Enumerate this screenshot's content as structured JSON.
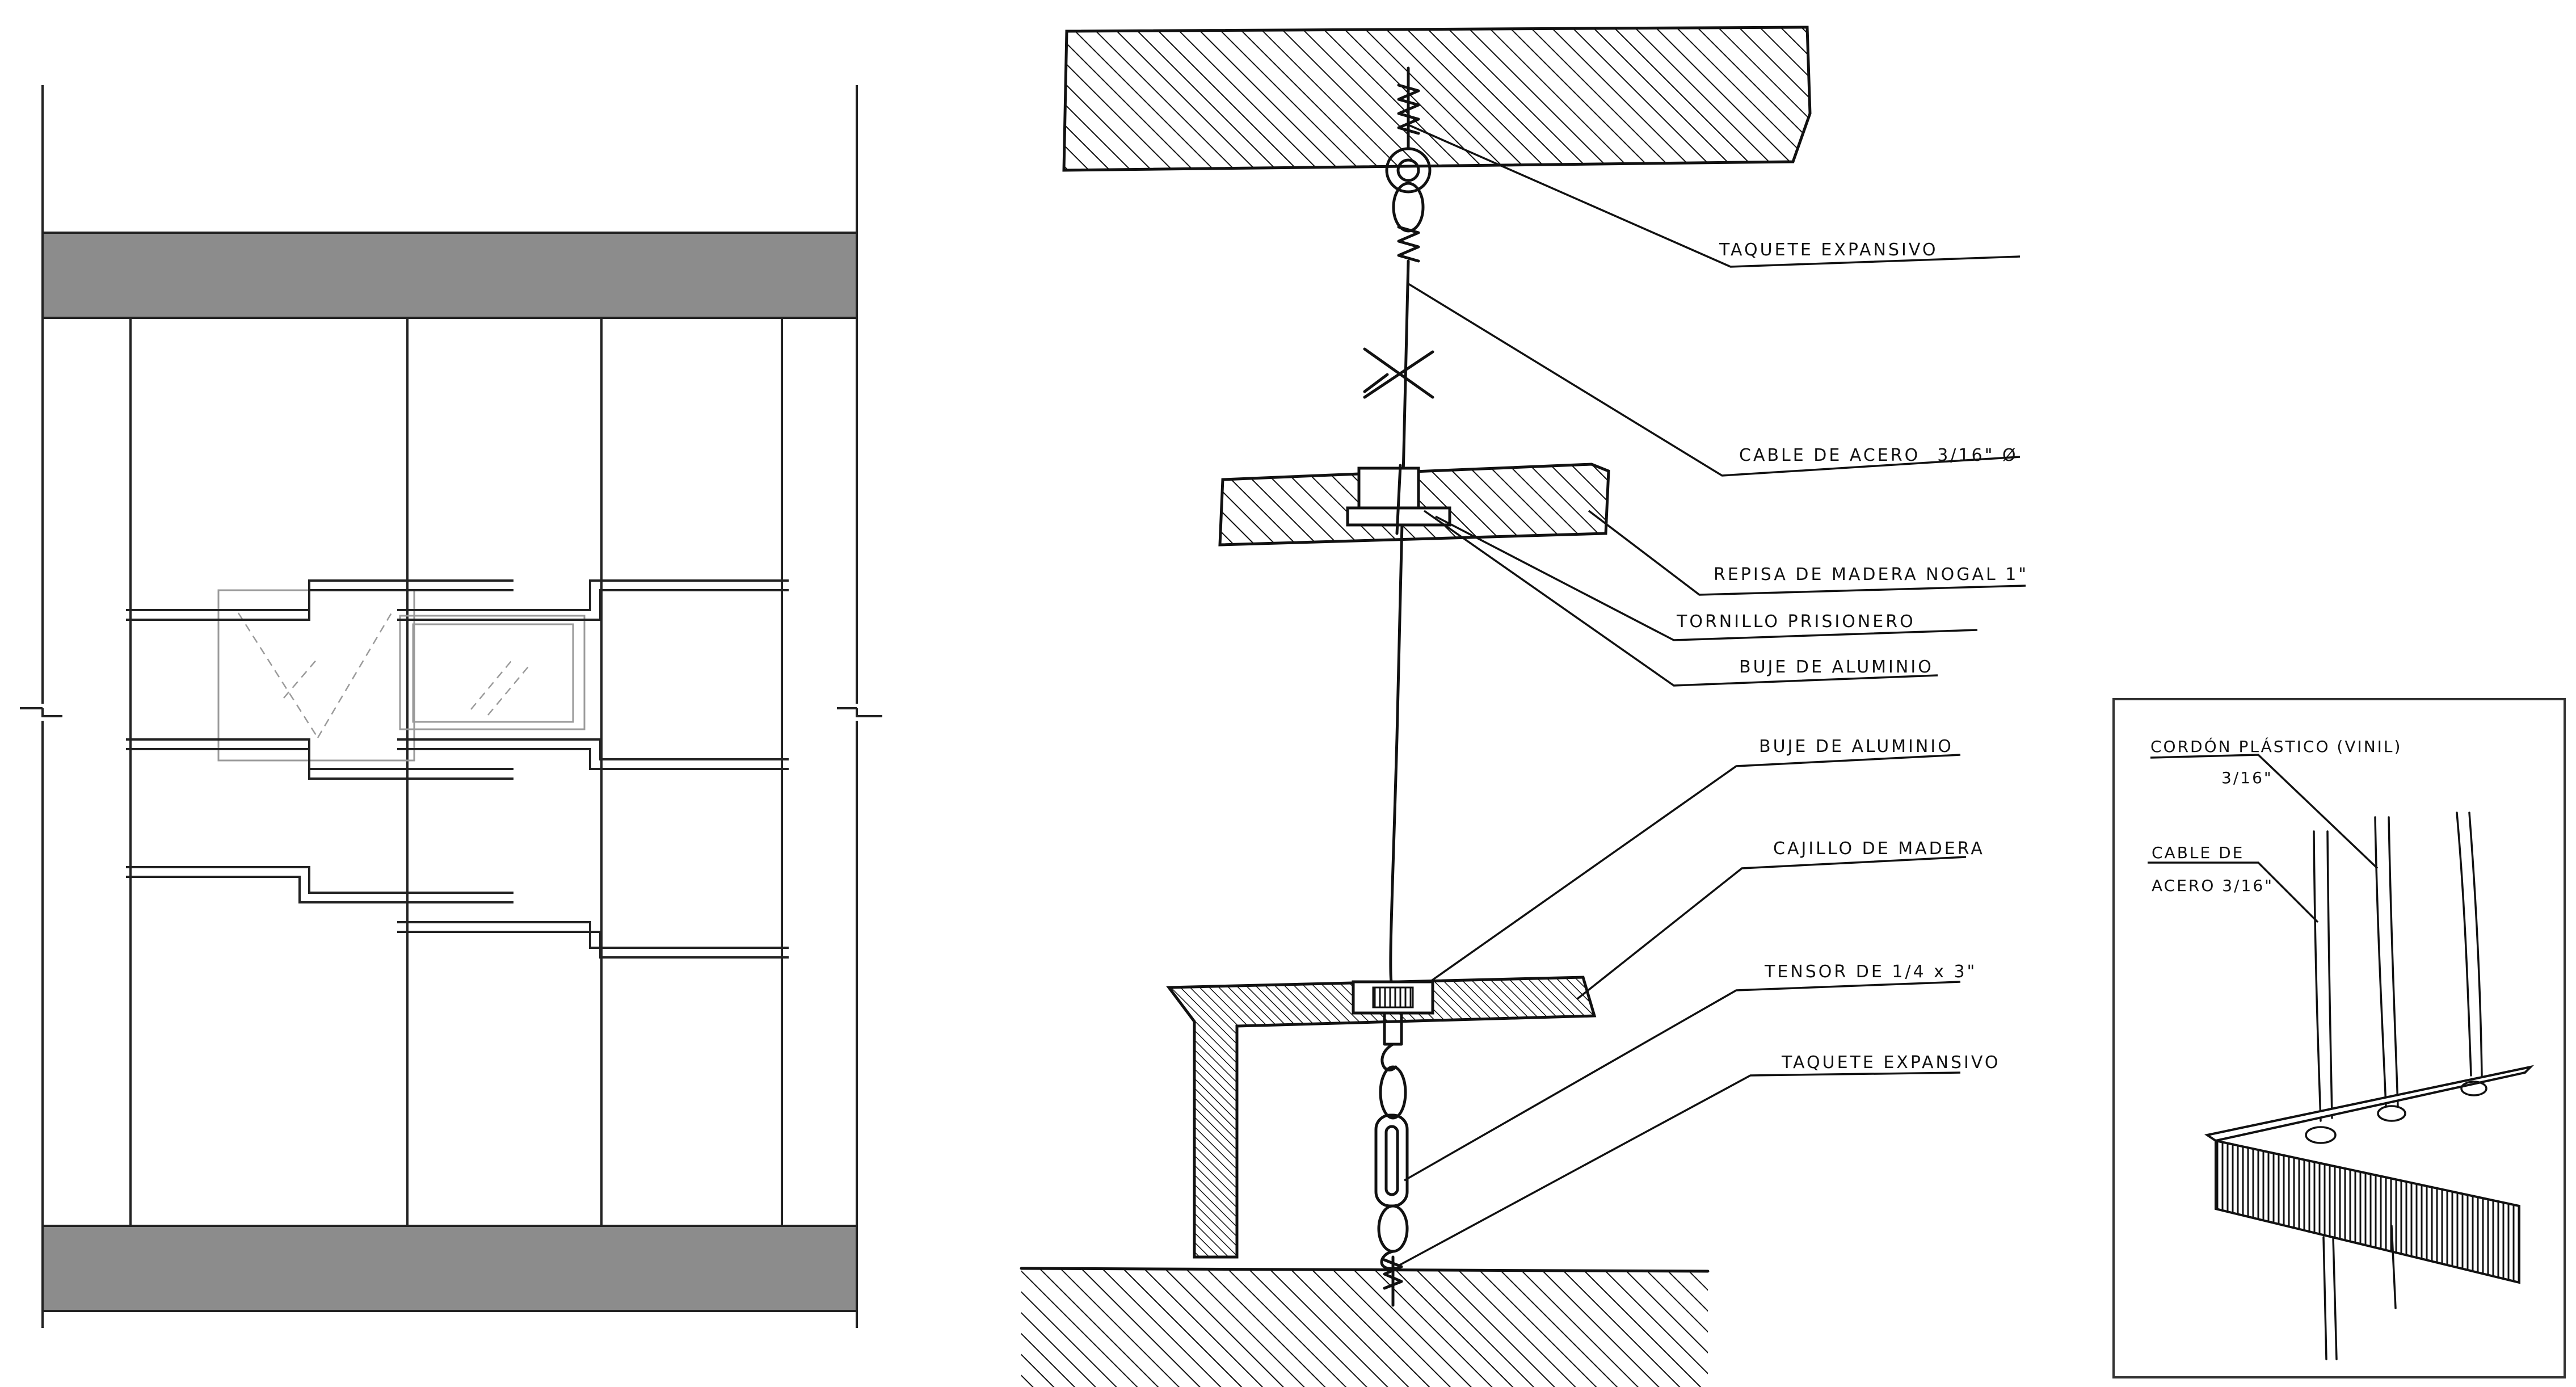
{
  "labels": {
    "taquete_top": "TAQUETE EXPANSIVO",
    "cable": "CABLE DE ACERO",
    "cable_size": "3/16\" Ø",
    "repisa": "REPISA DE MADERA NOGAL 1\"",
    "tornillo": "TORNILLO PRISIONERO",
    "buje_1": "BUJE DE ALUMINIO",
    "buje_2": "BUJE DE ALUMINIO",
    "cajillo": "CAJILLO DE MADERA",
    "tensor": "TENSOR DE 1/4 x 3\"",
    "taquete_bottom": "TAQUETE EXPANSIVO"
  },
  "detail_labels": {
    "cordon_line1": "CORDÓN PLÁSTICO (VINIL)",
    "cordon_line2": "3/16\"",
    "cable_line1": "CABLE DE",
    "cable_line2": "ACERO 3/16\""
  }
}
